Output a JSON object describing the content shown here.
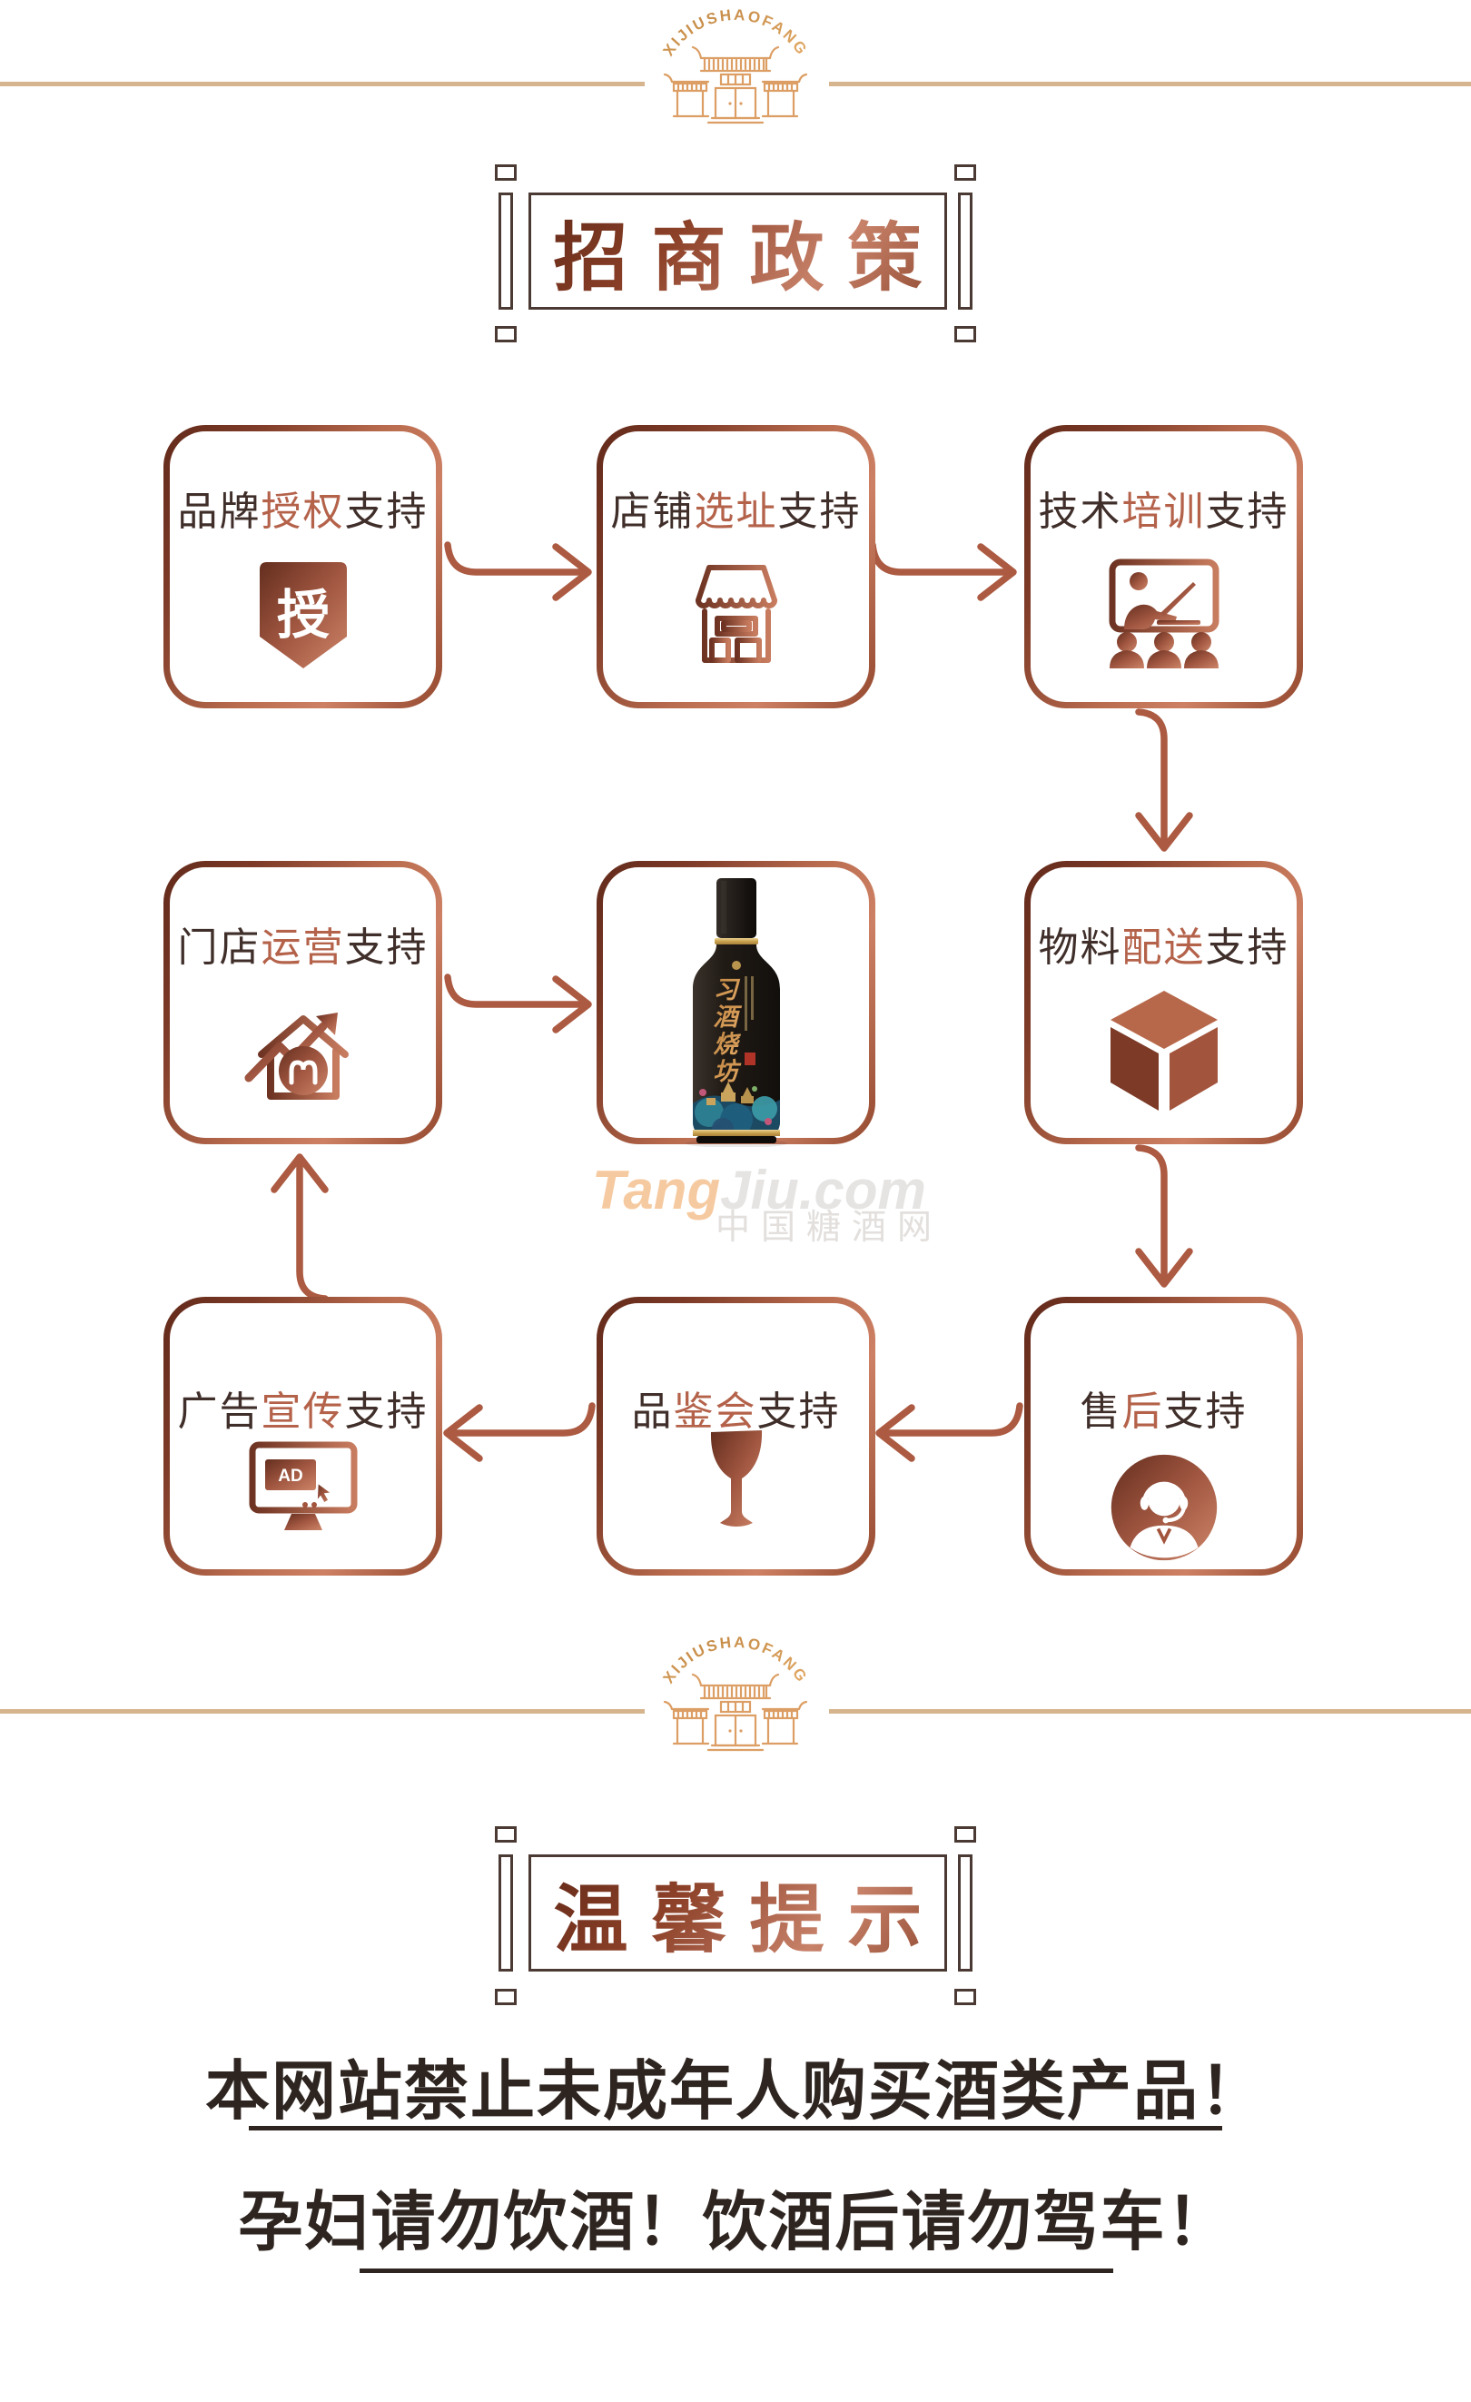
{
  "header": {
    "brand_arc": "XIJIUSHAOFANG"
  },
  "sections": {
    "policy_title": "招商政策",
    "tips_title": "温馨提示"
  },
  "flow": {
    "boxes": [
      {
        "pre": "品牌",
        "hl": "授权",
        "post": "支持",
        "icon": "authorization-badge"
      },
      {
        "pre": "店铺",
        "hl": "选址",
        "post": "支持",
        "icon": "storefront"
      },
      {
        "pre": "技术",
        "hl": "培训",
        "post": "支持",
        "icon": "training-presentation"
      },
      {
        "pre": "门店",
        "hl": "运营",
        "post": "支持",
        "icon": "house-growth-chart"
      },
      {
        "pre": "物料",
        "hl": "配送",
        "post": "支持",
        "icon": "delivery-cube"
      },
      {
        "pre": "广告",
        "hl": "宣传",
        "post": "支持",
        "icon": "ad-monitor"
      },
      {
        "pre": "品",
        "hl": "鉴会",
        "post": "支持",
        "icon": "goblet"
      },
      {
        "pre": "售",
        "hl": "后",
        "post": "支持",
        "icon": "customer-service"
      }
    ],
    "badge_char": "授",
    "ad_text": "AD"
  },
  "product": {
    "brand_chars": [
      "习",
      "酒",
      "烧",
      "坊"
    ]
  },
  "watermark": {
    "t1": "Tang",
    "t2": "Jiu.com",
    "sub": "中国糖酒网"
  },
  "warnings": {
    "line1": "本网站禁止未成年人购买酒类产品！",
    "line2": "孕妇请勿饮酒！饮酒后请勿驾车！"
  },
  "colors": {
    "copper_accent": "#b4624a",
    "dark_text": "#3f2e29",
    "tan_line": "#d6b58e",
    "border_gradient_start": "#61291a",
    "border_gradient_end": "#cd8063",
    "warning_text": "#2e2520"
  }
}
